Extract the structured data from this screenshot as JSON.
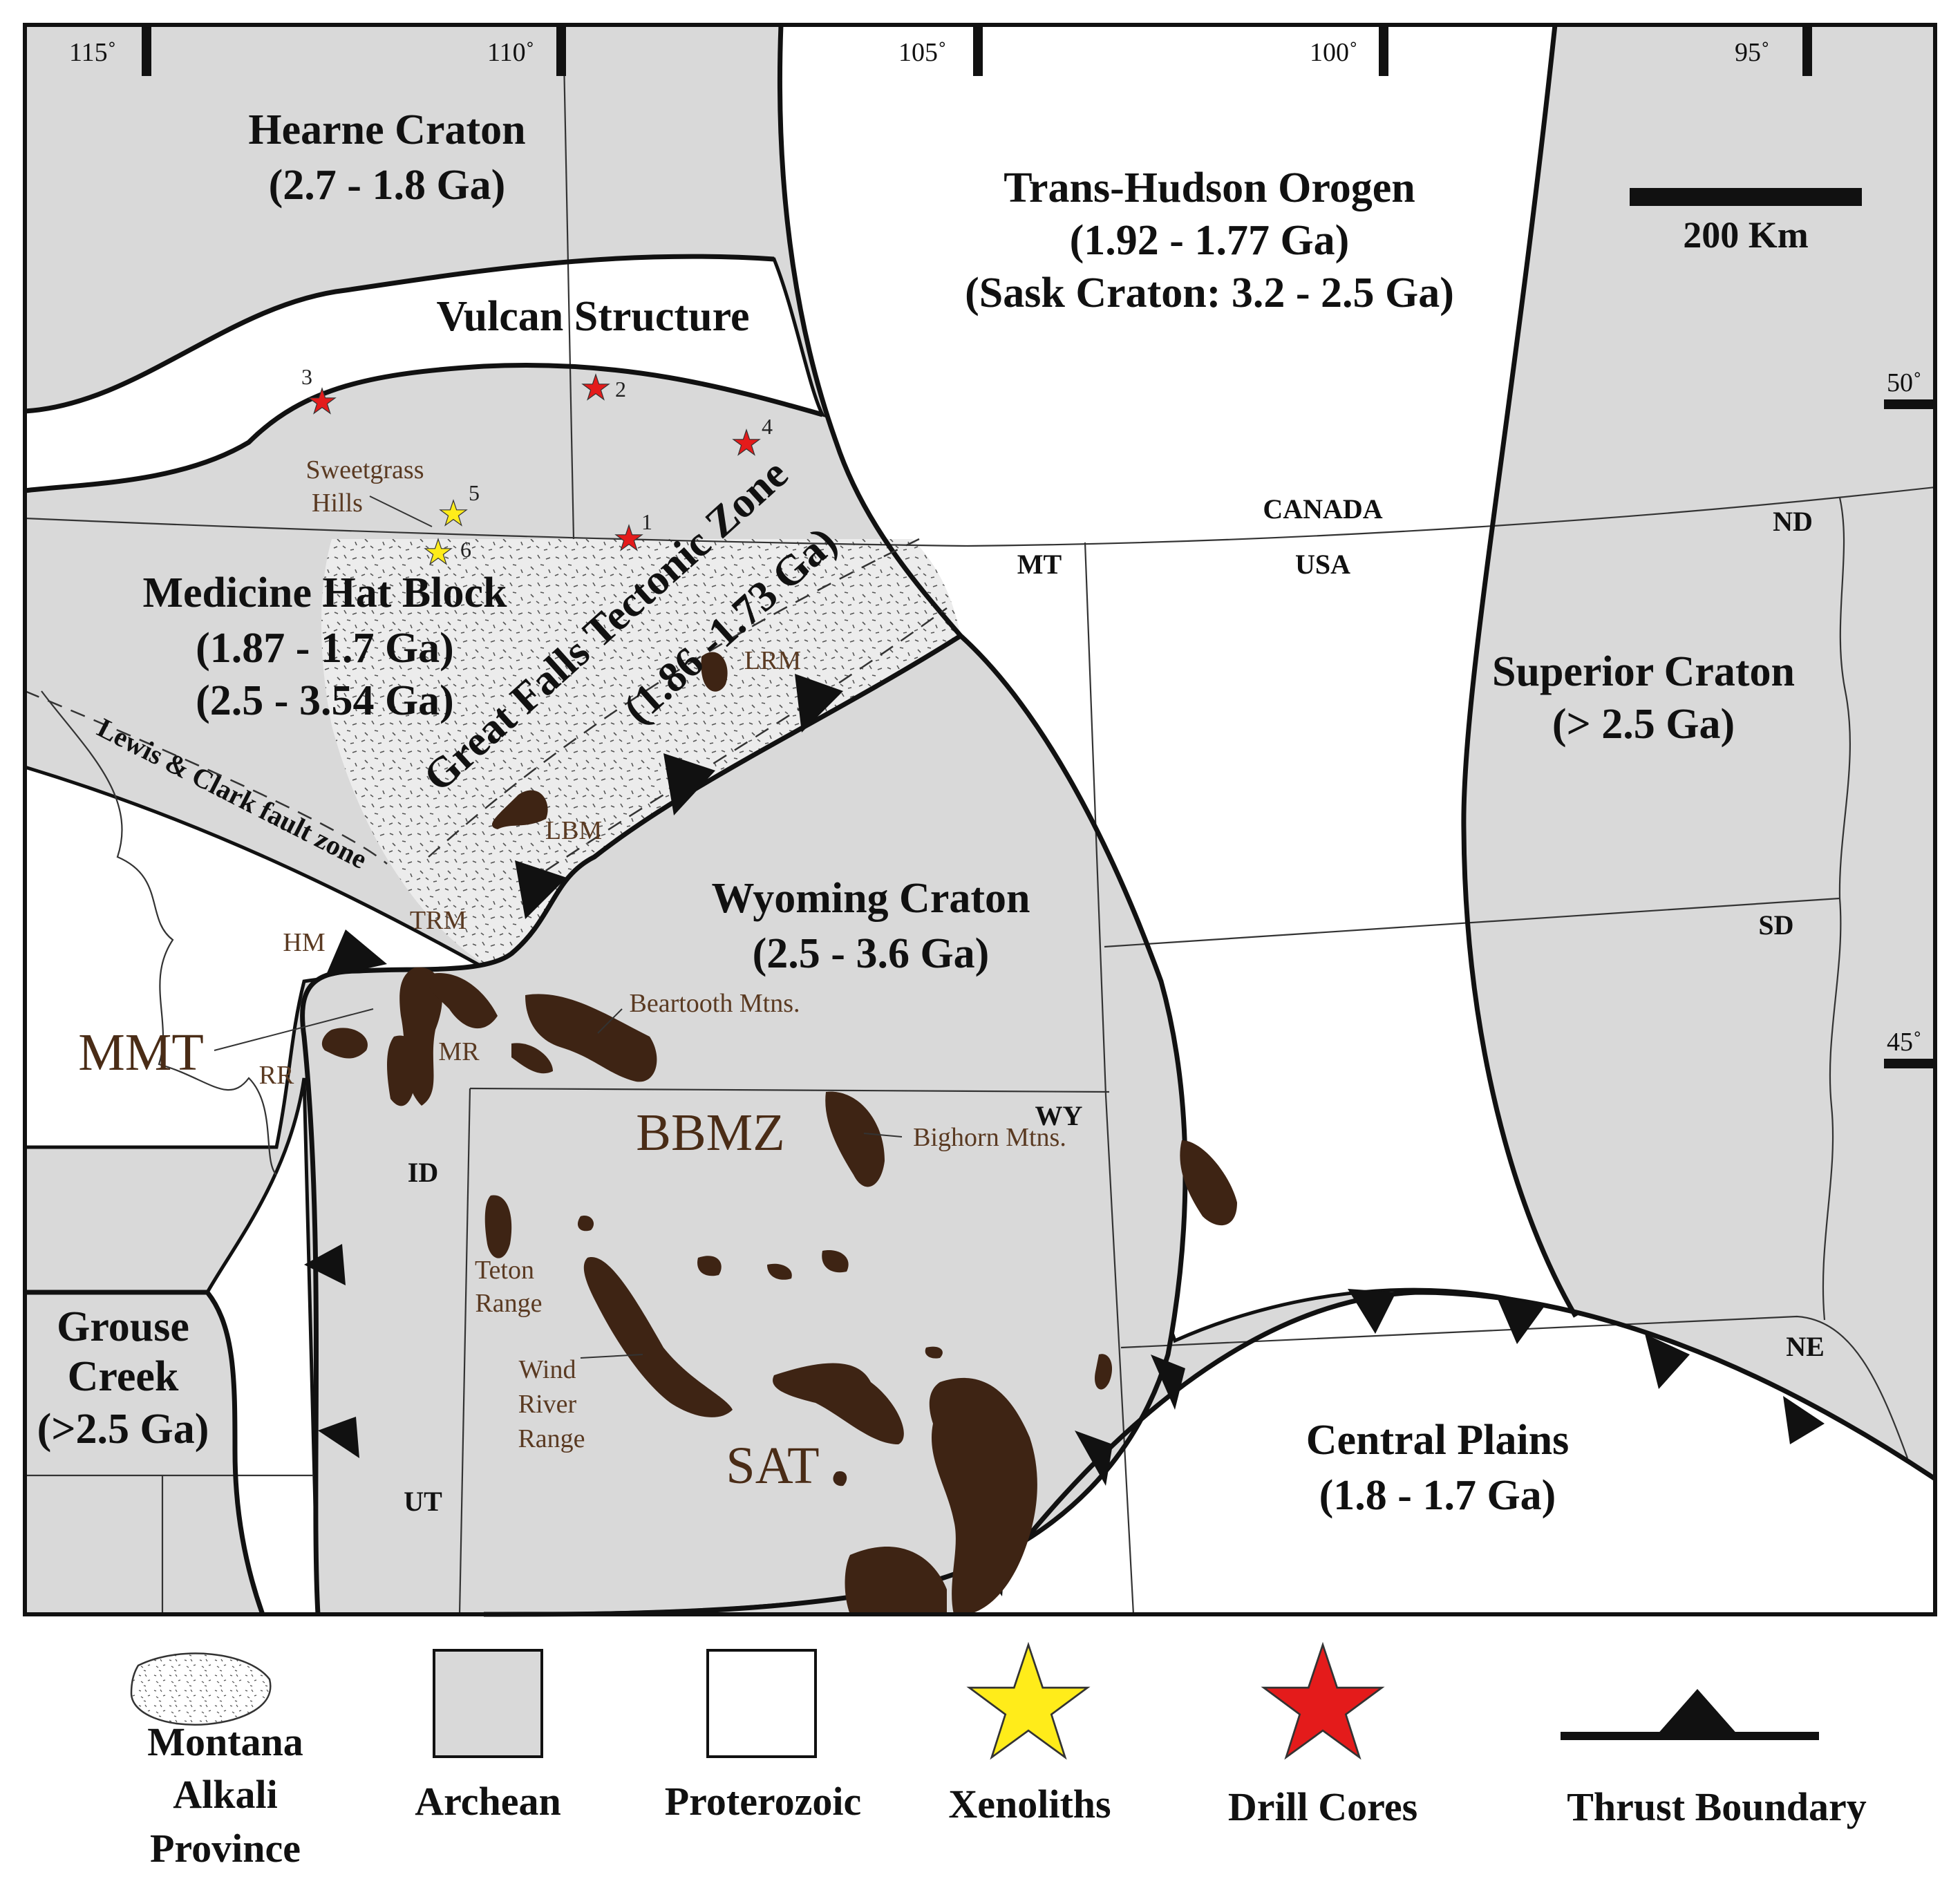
{
  "longitude_ticks": [
    "115˚",
    "110˚",
    "105˚",
    "100˚",
    "95˚"
  ],
  "latitude_ticks": [
    "50˚",
    "45˚"
  ],
  "regions": {
    "hearne": {
      "name": "Hearne Craton",
      "age": "(2.7 - 1.8 Ga)"
    },
    "trans_hudson": {
      "name": "Trans-Hudson Orogen",
      "age": "(1.92 - 1.77 Ga)",
      "note": "(Sask Craton: 3.2 - 2.5 Ga)"
    },
    "vulcan": {
      "name": "Vulcan Structure"
    },
    "medicine_hat": {
      "name": "Medicine Hat Block",
      "age1": "(1.87 - 1.7 Ga)",
      "age2": "(2.5 - 3.54 Ga)"
    },
    "great_falls": {
      "name": "Great Falls Tectonic Zone",
      "age": "(1.86 -1.73 Ga)"
    },
    "lewis_clark": {
      "name": "Lewis & Clark fault zone"
    },
    "wyoming": {
      "name": "Wyoming Craton",
      "age": "(2.5 - 3.6 Ga)"
    },
    "superior": {
      "name": "Superior Craton",
      "age": "(> 2.5 Ga)"
    },
    "grouse_creek": {
      "name1": "Grouse",
      "name2": "Creek",
      "age": "(>2.5 Ga)"
    },
    "central_plains": {
      "name": "Central Plains",
      "age": "(1.8 - 1.7 Ga)"
    }
  },
  "scale_bar": {
    "label": "200 Km"
  },
  "country_labels": {
    "canada": "CANADA",
    "usa": "USA"
  },
  "state_labels": {
    "mt": "MT",
    "nd": "ND",
    "sd": "SD",
    "wy": "WY",
    "id": "ID",
    "ut": "UT",
    "ne": "NE"
  },
  "features": {
    "sweetgrass1": "Sweetgrass",
    "sweetgrass2": "Hills",
    "lrm": "LRM",
    "lbm": "LBM",
    "trm": "TRM",
    "hm": "HM",
    "rr": "RR",
    "mr": "MR",
    "mmt": "MMT",
    "beartooth": "Beartooth Mtns.",
    "bighorn": "Bighorn Mtns.",
    "bbmz": "BBMZ",
    "teton1": "Teton",
    "teton2": "Range",
    "wind1": "Wind",
    "wind2": "River",
    "wind3": "Range",
    "sat": "SAT"
  },
  "sample_sites": {
    "drill_cores": [
      "1",
      "2",
      "3",
      "4"
    ],
    "xenoliths": [
      "5",
      "6"
    ]
  },
  "colors": {
    "archean": "#d9d9d9",
    "proterozoic": "#ffffff",
    "xenolith_star": "#ffec1a",
    "drill_core_star": "#e41b1b",
    "mountain": "#3e2414"
  },
  "legend": {
    "mab1": "Montana",
    "mab2": "Alkali",
    "mab3": "Province",
    "archean": "Archean",
    "proterozoic": "Proterozoic",
    "xenoliths": "Xenoliths",
    "drill_cores": "Drill Cores",
    "thrust": "Thrust Boundary"
  }
}
